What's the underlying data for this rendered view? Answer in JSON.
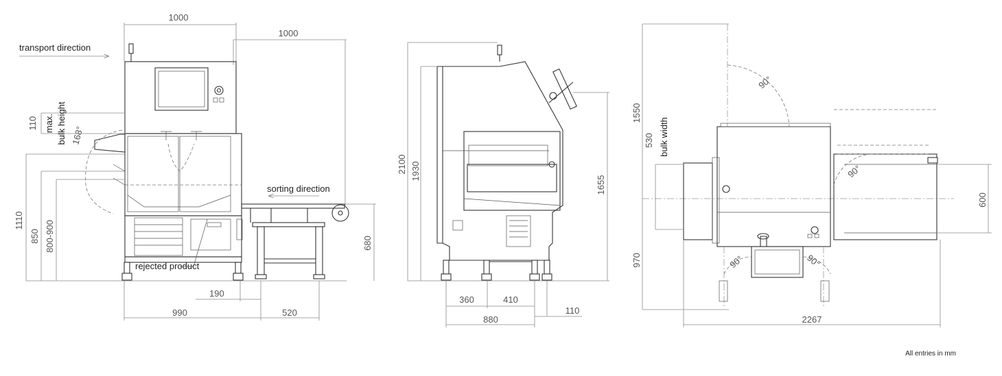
{
  "labels": {
    "transport_direction": "transport direction",
    "max": "max.",
    "bulk_height": "bulk height",
    "sorting_direction": "sorting direction",
    "rejected_product": "rejected product",
    "bulk_width": "bulk width",
    "all_entries": "All entries in mm"
  },
  "front_view": {
    "width_top": "1000",
    "conveyor_width": "1000",
    "bulk_height_val": "110",
    "angle": "168°",
    "height_total": "1110",
    "height_850": "850",
    "height_range": "800-900",
    "conveyor_height": "680",
    "offset_190": "190",
    "depth_990": "990",
    "depth_520": "520"
  },
  "side_view": {
    "height_2100": "2100",
    "height_1930": "1930",
    "height_1655": "1655",
    "w_360": "360",
    "w_410": "410",
    "w_880": "880",
    "w_110": "110"
  },
  "top_view": {
    "len_1550": "1550",
    "width_530": "530",
    "len_970": "970",
    "width_600": "600",
    "len_2267": "2267",
    "angle_top": "90°",
    "angle_right": "90°",
    "angle_bl": "90°",
    "angle_br": "90°"
  }
}
